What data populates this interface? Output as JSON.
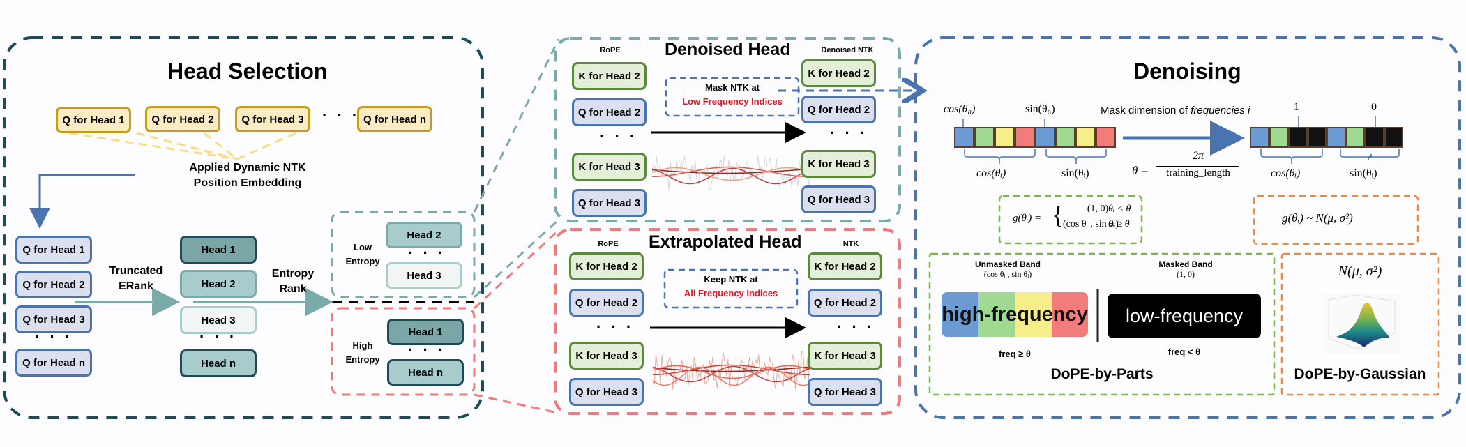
{
  "head_selection": {
    "title": "Head Selection",
    "q_top": [
      "Q for Head 1",
      "Q for Head 2",
      "Q for Head 3",
      "Q for Head n"
    ],
    "ellipsis": "· · ·",
    "applied_label_1": "Applied Dynamic NTK",
    "applied_label_2": "Position Embedding",
    "q_left": [
      "Q for Head 1",
      "Q for Head 2",
      "Q for Head 3",
      "Q for Head n"
    ],
    "erank_label_1": "Truncated",
    "erank_label_2": "ERank",
    "heads": [
      "Head 1",
      "Head 2",
      "Head 3",
      "Head n"
    ],
    "entropy_label_1": "Entropy",
    "entropy_label_2": "Rank",
    "low_entropy": {
      "label_1": "Low",
      "label_2": "Entropy",
      "heads": [
        "Head 2",
        "Head 3"
      ]
    },
    "high_entropy": {
      "label_1": "High",
      "label_2": "Entropy",
      "heads": [
        "Head 1",
        "Head n"
      ]
    }
  },
  "denoised_head": {
    "title": "Denoised Head",
    "left_label": "RoPE",
    "right_label": "Denoised NTK",
    "left_boxes": [
      "K for Head 2",
      "Q for Head 2",
      "K for Head 3",
      "Q for Head 3"
    ],
    "right_boxes": [
      "K for Head 2",
      "Q for Head 2",
      "K for Head 3",
      "Q for Head 3"
    ],
    "note_line_1": "Mask NTK at",
    "note_line_2": "Low Frequency Indices"
  },
  "extrapolated_head": {
    "title": "Extrapolated Head",
    "left_label": "RoPE",
    "right_label": "NTK",
    "left_boxes": [
      "K for Head 2",
      "Q for Head 2",
      "K for Head 3",
      "Q for Head 3"
    ],
    "right_boxes": [
      "K for Head 2",
      "Q for Head 2",
      "K for Head 3",
      "Q for Head 3"
    ],
    "note_line_1": "Keep NTK at",
    "note_line_2": "All Frequency Indices"
  },
  "denoising": {
    "title": "Denoising",
    "cos0": "cos(θ₀)",
    "sin0": "sin(θ₀)",
    "cos_i": "cos(θᵢ)",
    "sin_i": "sin(θᵢ)",
    "mask_label_prefix": "Mask dimension of ",
    "mask_label_italic": "frequencies i",
    "theta_lhs": "θ =",
    "theta_num": "2π",
    "theta_den": "training_length",
    "mask_one": "1",
    "mask_zero": "0",
    "piecewise": {
      "lhs": "g(θᵢ) =",
      "row1_val": "(1, 0)",
      "row1_cond": "θᵢ < θ",
      "row2_val": "(cos θᵢ , sin θᵢ)",
      "row2_cond": "θᵢ ≥ θ"
    },
    "gaussian_formula": "g(θᵢ)  ~  N(μ, σ²)",
    "parts": {
      "unmasked_title": "Unmasked Band",
      "unmasked_sub": "(cos θᵢ , sin θᵢ)",
      "masked_title": "Masked Band",
      "masked_sub": "(1, 0)",
      "high_label": "high-frequency",
      "low_label": "low-frequency",
      "high_cond": "freq ≥ θ",
      "low_cond": "freq < θ",
      "name": "DoPE-by-Parts"
    },
    "gaussian": {
      "formula": "N(μ, σ²)",
      "name": "DoPE-by-Gaussian"
    }
  },
  "colors": {
    "dark_teal": "#1f4a5a",
    "teal": "#7aabab",
    "salmon": "#f07a7a",
    "blue": "#4a74b0",
    "green_dash": "#7ab648",
    "orange_dash": "#ed8a3f",
    "red_text": "#e8141c",
    "cell_blue": "#6b9bd2",
    "cell_green": "#a0d992",
    "cell_yellow": "#f5ee8a",
    "cell_red": "#f27b7b",
    "cell_black": "#111111"
  }
}
